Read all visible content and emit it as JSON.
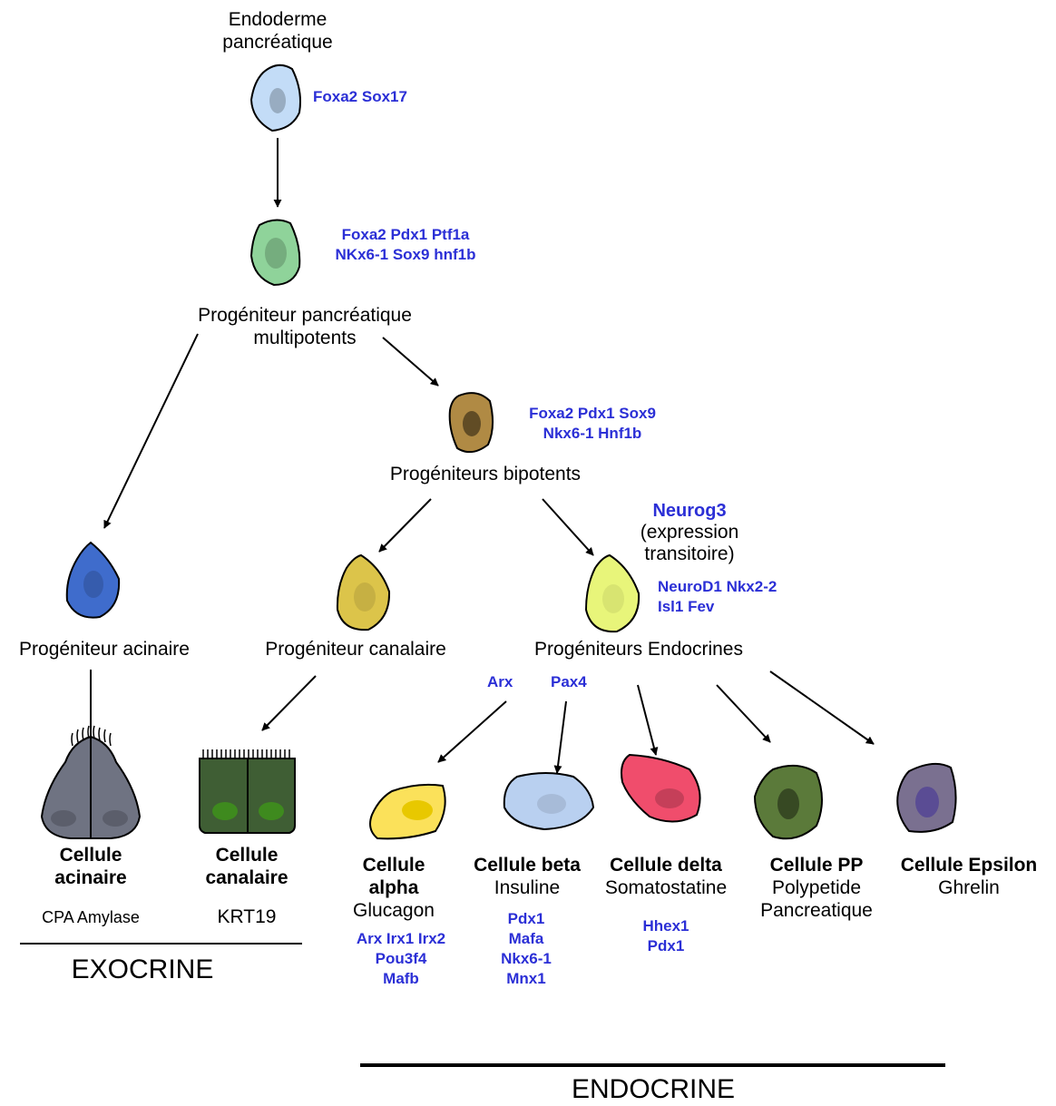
{
  "colors": {
    "marker_blue": "#2b2fd6",
    "endoderm": "#c3dcf7",
    "multipotent": "#8fd39a",
    "bipotent": "#b08a44",
    "acinar_progenitor": "#3f6ccc",
    "ductal_progenitor": "#dcc44a",
    "endocrine_progenitor": "#e8f57a",
    "acinar_cell": "#6f7382",
    "ductal_cell": "#3f5e34",
    "alpha": "#fbe15a",
    "beta": "#b9d0f0",
    "delta": "#f04d6c",
    "pp": "#5b7a3a",
    "epsilon": "#7a7090"
  },
  "stages": {
    "endoderm": {
      "line1": "Endoderme",
      "line2": "pancréatique",
      "markers": "Foxa2 Sox17"
    },
    "multipotent": {
      "markers_line1": "Foxa2 Pdx1 Ptf1a",
      "markers_line2": "NKx6-1 Sox9 hnf1b",
      "line1": "Progéniteur pancréatique",
      "line2": "multipotents"
    },
    "bipotent": {
      "markers_line1": "Foxa2 Pdx1  Sox9",
      "markers_line2": "Nkx6-1 Hnf1b",
      "label": "Progéniteurs bipotents"
    },
    "acinar_progenitor": {
      "label": "Progéniteur acinaire"
    },
    "ductal_progenitor": {
      "label": "Progéniteur canalaire"
    },
    "endocrine_progenitor": {
      "neurog3": "Neurog3",
      "expr_line1": "(expression",
      "expr_line2": "transitoire)",
      "markers_line1": "NeuroD1 Nkx2-2",
      "markers_line2": "Isl1 Fev",
      "label": "Progéniteurs Endocrines",
      "arx": "Arx",
      "pax4": "Pax4"
    }
  },
  "exocrine": {
    "acinar": {
      "line1": "Cellule",
      "line2": "acinaire",
      "markers": "CPA Amylase"
    },
    "ductal": {
      "line1": "Cellule",
      "line2": "canalaire",
      "markers": "KRT19"
    },
    "title": "EXOCRINE"
  },
  "endocrine": {
    "alpha": {
      "line1": "Cellule",
      "line2": "alpha",
      "hormone": "Glucagon",
      "markers": [
        "Arx Irx1 Irx2",
        "Pou3f4",
        "Mafb"
      ]
    },
    "beta": {
      "name": "Cellule beta",
      "hormone": "Insuline",
      "markers": [
        "Pdx1",
        "Mafa",
        "Nkx6-1",
        "Mnx1"
      ]
    },
    "delta": {
      "name": "Cellule delta",
      "hormone": "Somatostatine",
      "markers": [
        "Hhex1",
        "Pdx1"
      ]
    },
    "pp": {
      "name": "Cellule PP",
      "hormone_line1": "Polypetide",
      "hormone_line2": "Pancreatique"
    },
    "epsilon": {
      "name": "Cellule Epsilon",
      "hormone": "Ghrelin"
    },
    "title": "ENDOCRINE"
  }
}
